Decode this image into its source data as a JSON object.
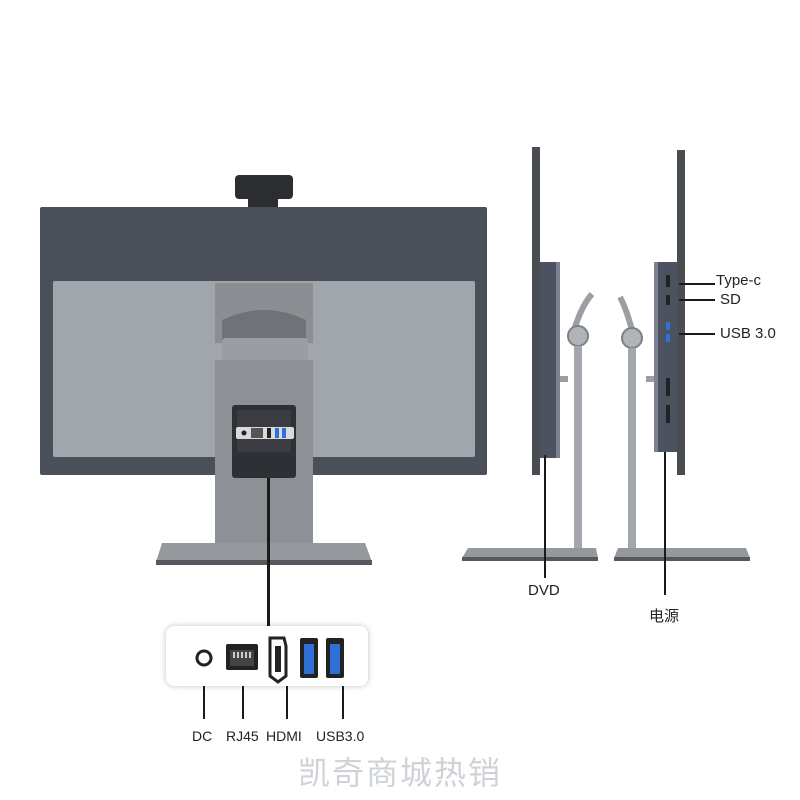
{
  "ports_panel": {
    "labels": [
      "DC",
      "RJ45",
      "HDMI",
      "USB3.0"
    ]
  },
  "side_labels": {
    "type_c": "Type-c",
    "sd": "SD",
    "usb30": "USB 3.0",
    "dvd": "DVD",
    "power": "电源"
  },
  "watermark": "凯奇商城热销",
  "colors": {
    "monitor_dark": "#4a4f5a",
    "monitor_panel": "#9fa4ab",
    "stand": "#8c8f93",
    "background": "#ffffff"
  }
}
